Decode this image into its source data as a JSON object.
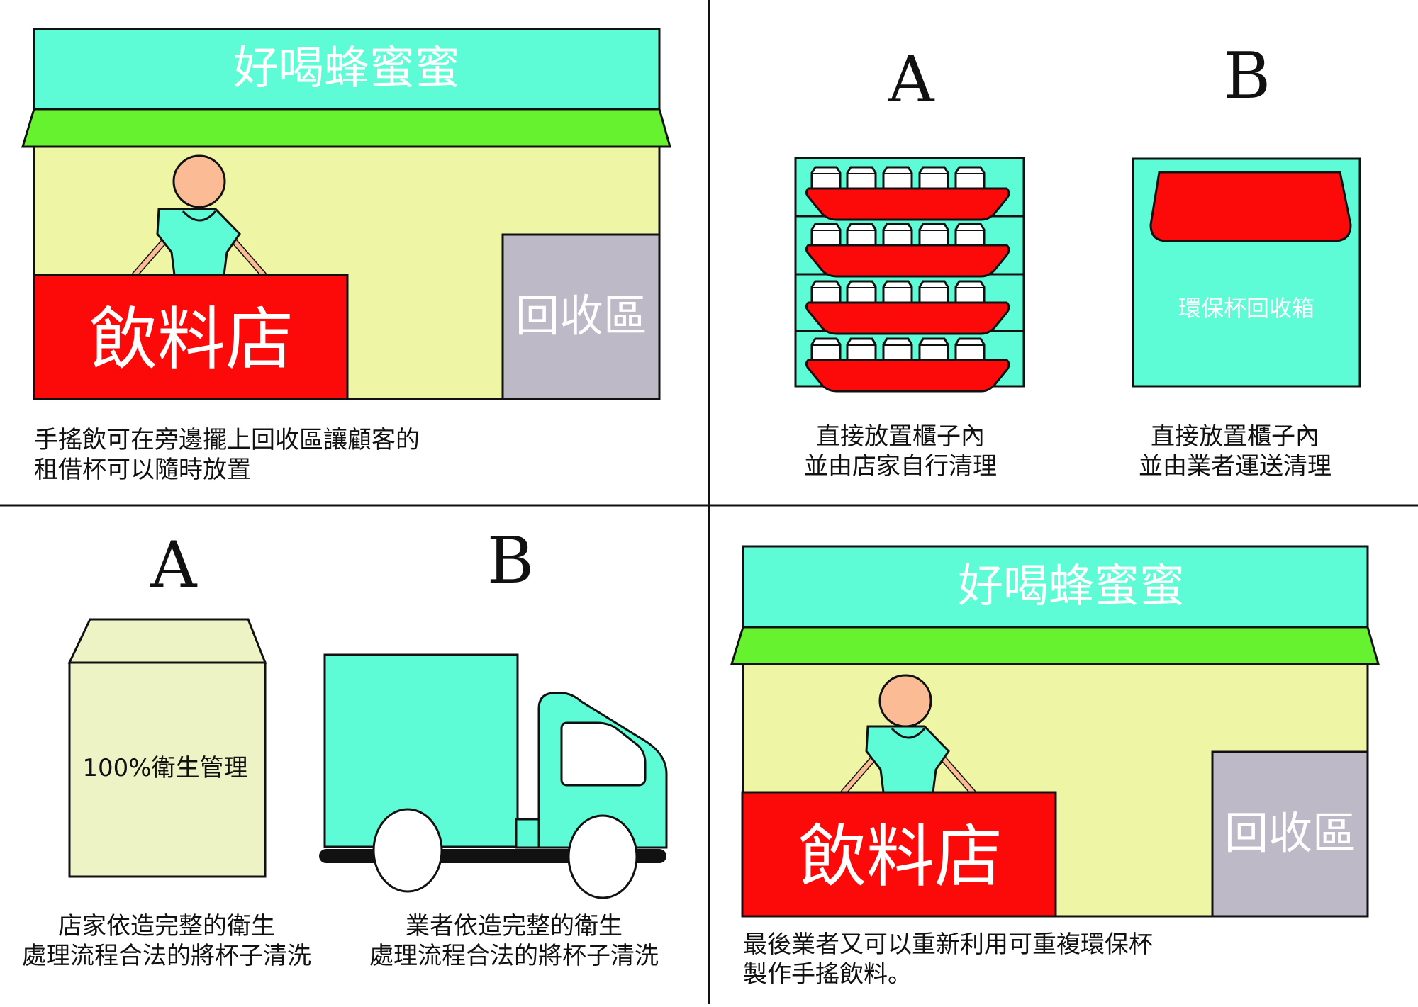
{
  "panel1": {
    "shop_sign": "好喝蜂蜜蜜",
    "counter_label": "飲料店",
    "recycle_label": "回收區",
    "caption": [
      "手搖飲可在旁邊擺上回收區讓顧客的",
      "租借杯可以隨時放置"
    ]
  },
  "panel2": {
    "option_a": "A",
    "option_b": "B",
    "bin_label": "環保杯回收箱",
    "caption_a": [
      "直接放置櫃子內",
      "並由店家自行清理"
    ],
    "caption_b": [
      "直接放置櫃子內",
      "並由業者運送清理"
    ]
  },
  "panel3": {
    "option_a": "A",
    "option_b": "B",
    "box_label": "100%衛生管理",
    "caption_a": [
      "店家依造完整的衛生",
      "處理流程合法的將杯子清洗"
    ],
    "caption_b": [
      "業者依造完整的衛生",
      "處理流程合法的將杯子清洗"
    ]
  },
  "panel4": {
    "shop_sign": "好喝蜂蜜蜜",
    "counter_label": "飲料店",
    "recycle_label": "回收區",
    "caption": [
      "最後業者又可以重新利用可重複環保杯",
      "製作手搖飲料。"
    ]
  },
  "colors": {
    "sign": "#5dfcd6",
    "awning": "#66f22e",
    "wall": "#eef5a5",
    "counter": "#fc0a0a",
    "recycle": "#bdb9c7",
    "skin": "#fbbc95",
    "shelf": "#5dfcd6",
    "box": "#eef3c6"
  }
}
